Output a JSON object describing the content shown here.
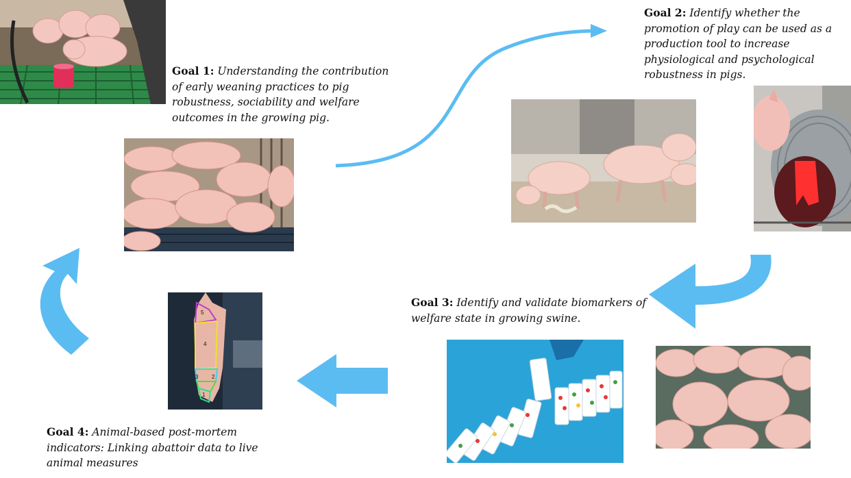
{
  "goals": [
    {
      "label": "Goal 1:",
      "text": "Understanding the contribution of early weaning practices to pig robustness, sociability and welfare outcomes in the growing pig."
    },
    {
      "label": "Goal 2:",
      "text": "Identify whether the promotion of play can be used as a production tool to increase physiological and psychological robustness in pigs."
    },
    {
      "label": "Goal 3:",
      "text": "Identify and validate biomarkers of welfare state in growing swine."
    },
    {
      "label": "Goal 4:",
      "text": "Animal-based post-mortem indicators: Linking abattoir data to live animal measures"
    }
  ],
  "carcass_numbers": [
    "5",
    "4",
    "3",
    "2",
    "1"
  ],
  "colors": {
    "arrow": "#5bbcf2",
    "pig_pink": "#f2c4bc",
    "pen_green": "#2f8a4a",
    "domino_bg": "#2aa3d8"
  }
}
